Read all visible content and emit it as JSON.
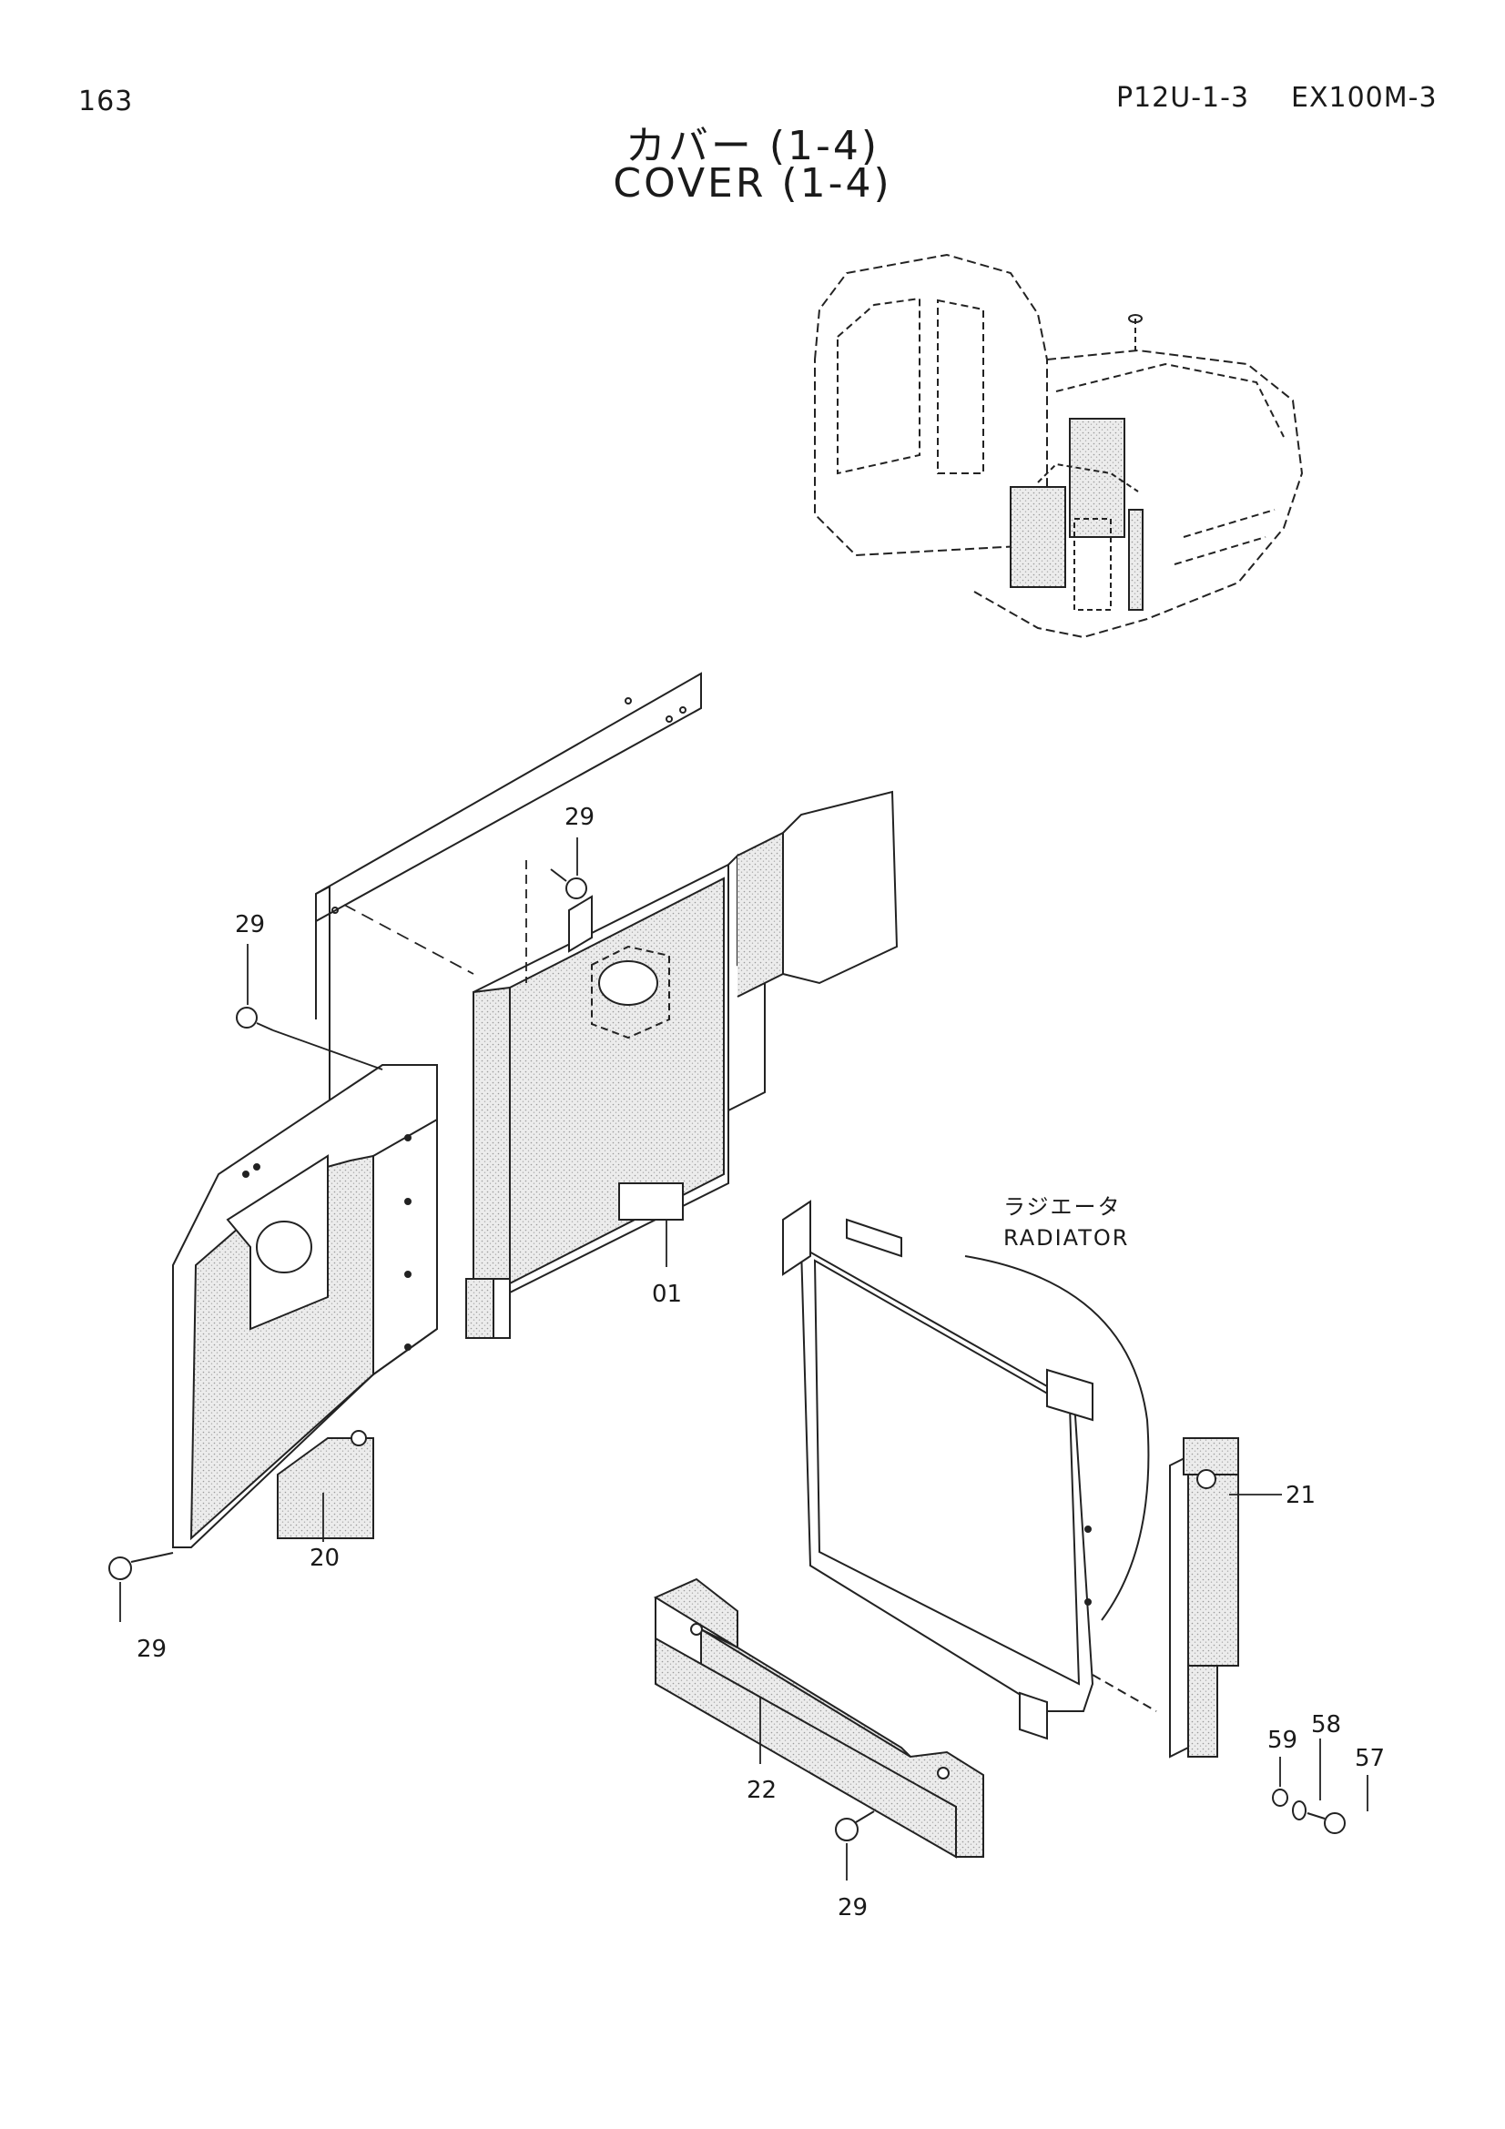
{
  "header": {
    "page_number": "163",
    "code": "P12U-1-3",
    "model": "EX100M-3"
  },
  "title": {
    "japanese": "カバー (1-4)",
    "english": "COVER (1-4)"
  },
  "labels": {
    "radiator_jp": "ラジエータ",
    "radiator_en": "RADIATOR"
  },
  "part_numbers": {
    "p29_top": "29",
    "p29_left": "29",
    "p29_bottom_left": "29",
    "p29_bottom": "29",
    "p01": "01",
    "p20": "20",
    "p21": "21",
    "p22": "22",
    "p57": "57",
    "p58": "58",
    "p59": "59"
  }
}
